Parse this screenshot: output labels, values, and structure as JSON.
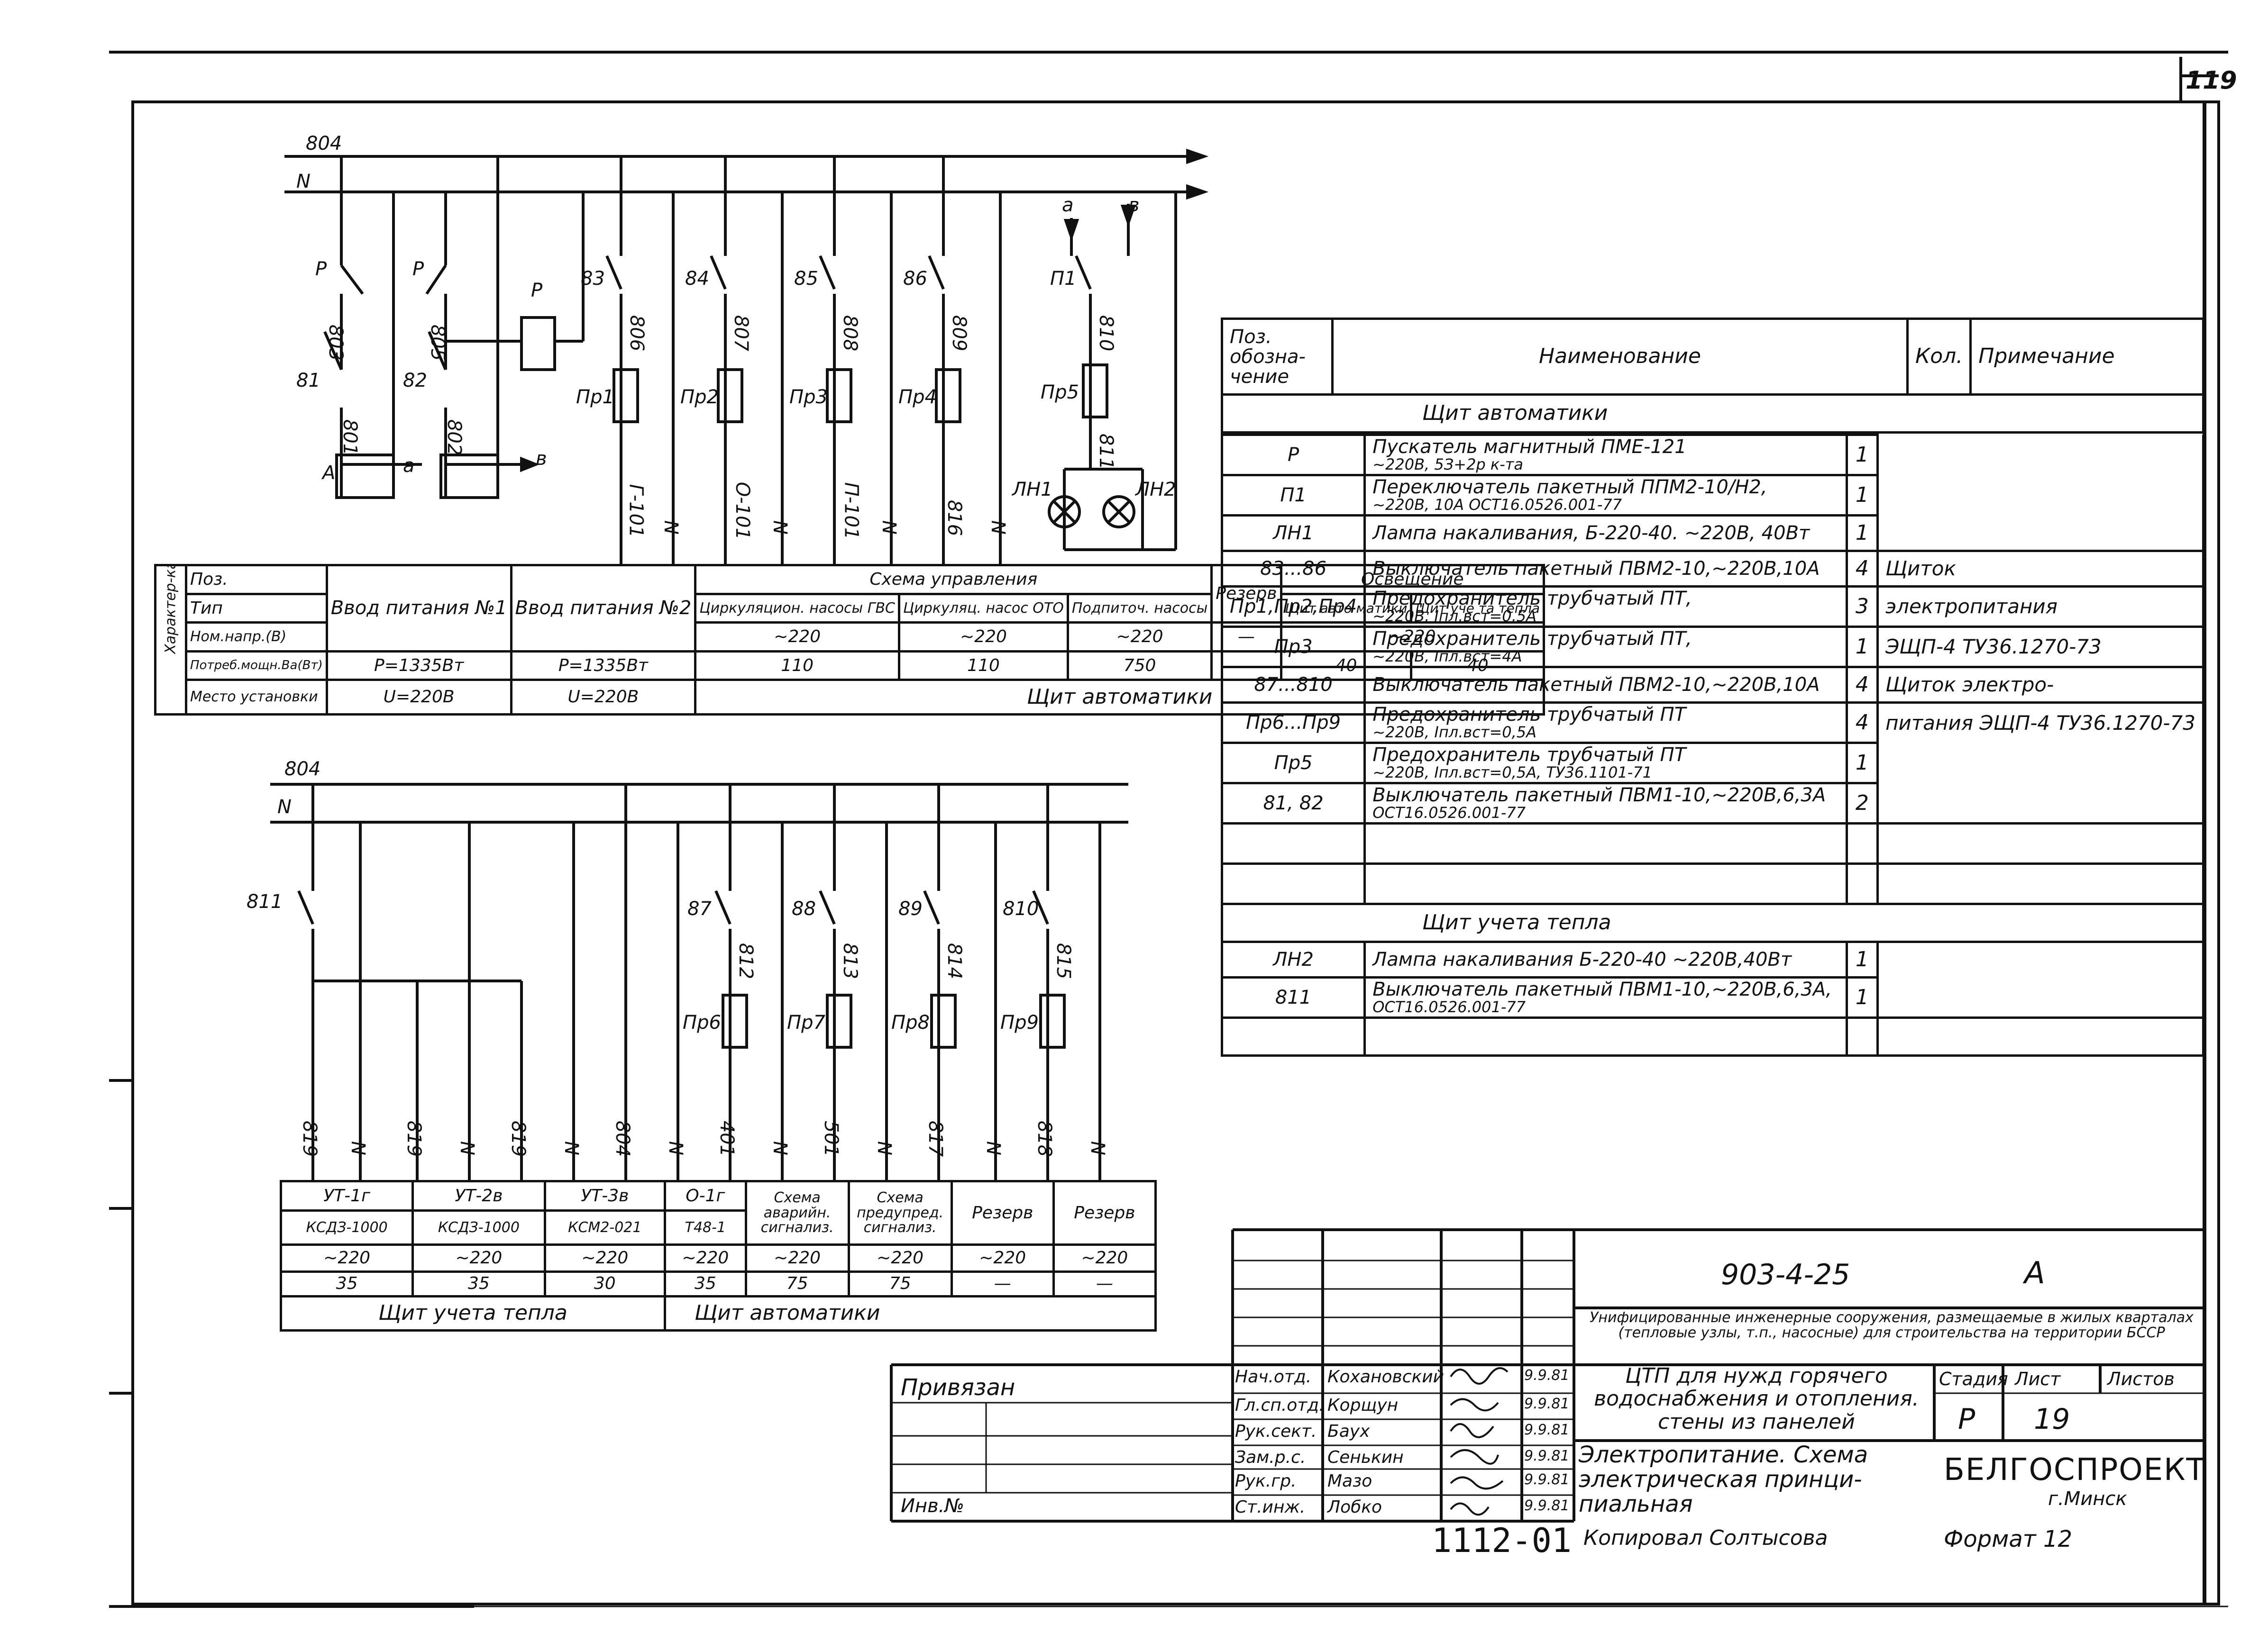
{
  "page_number": "119",
  "top_schematic": {
    "bus_labels": [
      "804",
      "N"
    ],
    "breaker_labels": [
      "P",
      "P",
      "81",
      "82",
      "83",
      "84",
      "85",
      "86",
      "П1"
    ],
    "wire_labels": [
      "803",
      "805",
      "801",
      "802",
      "806",
      "807",
      "808",
      "809",
      "810",
      "811",
      "Г-101",
      "О-101",
      "П-101",
      "816",
      "N",
      "N",
      "N",
      "N"
    ],
    "fuse_labels": [
      "Пр1",
      "Пр2",
      "Пр3",
      "Пр4",
      "Пр5"
    ],
    "relay_label": "P",
    "phase_labels": [
      "a",
      "в",
      "a",
      "в"
    ],
    "lamp_labels": [
      "ЛН1",
      "ЛН2"
    ],
    "a_letter": "А"
  },
  "top_table": {
    "side_header": "Характер-ка электроприем.",
    "row_labels": [
      "Поз.",
      "Тип",
      "Ном.напр.(В)",
      "Потреб.мощн.Ва(Вт)",
      "Место установки"
    ],
    "inputs": [
      {
        "title": "Ввод питания №1",
        "power": "P=1335Вт",
        "voltage": "U=220В"
      },
      {
        "title": "Ввод питания №2",
        "power": "P=1335Вт",
        "voltage": "U=220В"
      }
    ],
    "group_header": "Схема управления",
    "columns": [
      {
        "type": "Циркуляцион. насосы ГВС",
        "voltage": "~220",
        "power": "110"
      },
      {
        "type": "Циркуляц. насос ОТО",
        "voltage": "~220",
        "power": "110"
      },
      {
        "type": "Подпиточ. насосы",
        "voltage": "~220",
        "power": "750"
      },
      {
        "type": "Резерв",
        "voltage": "—",
        "power": "—"
      }
    ],
    "lighting_header": "Освещение",
    "lighting_columns": [
      {
        "type": "Щит авто матики",
        "power": "40"
      },
      {
        "type": "Щит уче та тепла",
        "power": "40"
      }
    ],
    "lighting_voltage": "~220",
    "location": "Щит автоматики"
  },
  "bottom_schematic": {
    "bus_labels": [
      "804",
      "N"
    ],
    "breaker_labels": [
      "811",
      "87",
      "88",
      "89",
      "810"
    ],
    "wire_labels": [
      "812",
      "813",
      "814",
      "815",
      "819",
      "819",
      "819",
      "804",
      "401",
      "501",
      "817",
      "818",
      "N",
      "N",
      "N",
      "N",
      "N",
      "N",
      "N",
      "N"
    ],
    "fuse_labels": [
      "Пр6",
      "Пр7",
      "Пр8",
      "Пр9"
    ]
  },
  "bottom_table": {
    "columns": [
      {
        "pos": "УТ-1г",
        "type": "КСДЗ-1000",
        "voltage": "~220",
        "power": "35"
      },
      {
        "pos": "УТ-2в",
        "type": "КСДЗ-1000",
        "voltage": "~220",
        "power": "35"
      },
      {
        "pos": "УТ-3в",
        "type": "КСМ2-021",
        "voltage": "~220",
        "power": "30"
      },
      {
        "pos": "О-1г",
        "type": "Т48-1",
        "voltage": "~220",
        "power": "35"
      },
      {
        "pos": "Схема аварийн. сигнализ.",
        "type": "",
        "voltage": "~220",
        "power": "75"
      },
      {
        "pos": "Схема предупред. сигнализ.",
        "type": "",
        "voltage": "~220",
        "power": "75"
      },
      {
        "pos": "Резерв",
        "type": "",
        "voltage": "~220",
        "power": "—"
      },
      {
        "pos": "Резерв",
        "type": "",
        "voltage": "~220",
        "power": "—"
      }
    ],
    "location_left": "Щит учета тепла",
    "location_right": "Щит автоматики"
  },
  "spec": {
    "headers": [
      "Поз. обозна- чение",
      "Наименование",
      "Кол.",
      "Примечание"
    ],
    "section1": "Щит автоматики",
    "rows1": [
      {
        "pos": "Р",
        "name": "Пускатель магнитный ПМЕ-121",
        "name2": "~220В, 5З+2р к-та",
        "qty": "1",
        "note": ""
      },
      {
        "pos": "П1",
        "name": "Переключатель пакетный ППМ2-10/Н2,",
        "name2": "~220В, 10А ОСТ16.0526.001-77",
        "qty": "1",
        "note": ""
      },
      {
        "pos": "ЛН1",
        "name": "Лампа накаливания, Б-220-40. ~220В, 40Вт",
        "name2": "",
        "qty": "1",
        "note": ""
      },
      {
        "pos": "83...86",
        "name": "Выключатель пакетный ПВМ2-10,~220В,10А",
        "name2": "",
        "qty": "4",
        "note": "Щиток"
      },
      {
        "pos": "Пр1,Пр2,Пр4",
        "name": "Предохранитель трубчатый ПТ,",
        "name2": "~220В, Iпл.вст=0,5А",
        "qty": "3",
        "note": "электропитания"
      },
      {
        "pos": "Пр3",
        "name": "Предохранитель трубчатый ПТ,",
        "name2": "~220В, Iпл.вст=4А",
        "qty": "1",
        "note": "ЭЩП-4 ТУ36.1270-73"
      },
      {
        "pos": "87...810",
        "name": "Выключатель пакетный ПВМ2-10,~220В,10А",
        "name2": "",
        "qty": "4",
        "note": "Щиток электро-"
      },
      {
        "pos": "Пр6...Пр9",
        "name": "Предохранитель трубчатый ПТ",
        "name2": "~220В, Iпл.вст=0,5А",
        "qty": "4",
        "note": "питания ЭЩП-4 ТУ36.1270-73"
      },
      {
        "pos": "Пр5",
        "name": "Предохранитель трубчатый ПТ",
        "name2": "~220В, Iпл.вст=0,5А, ТУ36.1101-71",
        "qty": "1",
        "note": ""
      },
      {
        "pos": "81, 82",
        "name": "Выключатель пакетный ПВМ1-10,~220В,6,3А",
        "name2": "ОСТ16.0526.001-77",
        "qty": "2",
        "note": ""
      }
    ],
    "section2": "Щит учета тепла",
    "rows2": [
      {
        "pos": "ЛН2",
        "name": "Лампа накаливания Б-220-40 ~220В,40Вт",
        "name2": "",
        "qty": "1",
        "note": ""
      },
      {
        "pos": "811",
        "name": "Выключатель пакетный ПВМ1-10,~220В,6,3А,",
        "name2": "ОСТ16.0526.001-77",
        "qty": "1",
        "note": ""
      }
    ]
  },
  "title_block": {
    "project_code": "903-4-25",
    "album": "А",
    "description": "Унифицированные инженерные сооружения, размещаемые в жилых кварталах (тепловые узлы, т.п., насосные) для строительства на территории БССР",
    "drawing_title": "ЦТП для нужд горячего водоснабжения и отопления. стены из панелей",
    "sheet_title": "Электропитание. Схема электрическая принци- пиальная",
    "stage_label": "Стадия",
    "sheet_label": "Лист",
    "sheets_label": "Листов",
    "stage": "Р",
    "sheet": "19",
    "org": "БЕЛГОСПРОЕКТ",
    "city": "г.Минск",
    "linked": "Привязан",
    "inv": "Инв.№",
    "signers": [
      {
        "role": "Нач.отд.",
        "name": "Кохановский",
        "date": "9.9.81"
      },
      {
        "role": "Гл.сп.отд.",
        "name": "Корщун",
        "date": "9.9.81"
      },
      {
        "role": "Рук.сект.",
        "name": "Баух",
        "date": "9.9.81"
      },
      {
        "role": "Зам.р.с.",
        "name": "Сенькин",
        "date": "9.9.81"
      },
      {
        "role": "Рук.гр.",
        "name": "Мазо",
        "date": "9.9.81"
      },
      {
        "role": "Ст.инж.",
        "name": "Лобко",
        "date": "9.9.81"
      }
    ],
    "copied": "Копировал Солтысова",
    "format": "Формат 12",
    "stamp_number": "1112-01"
  }
}
